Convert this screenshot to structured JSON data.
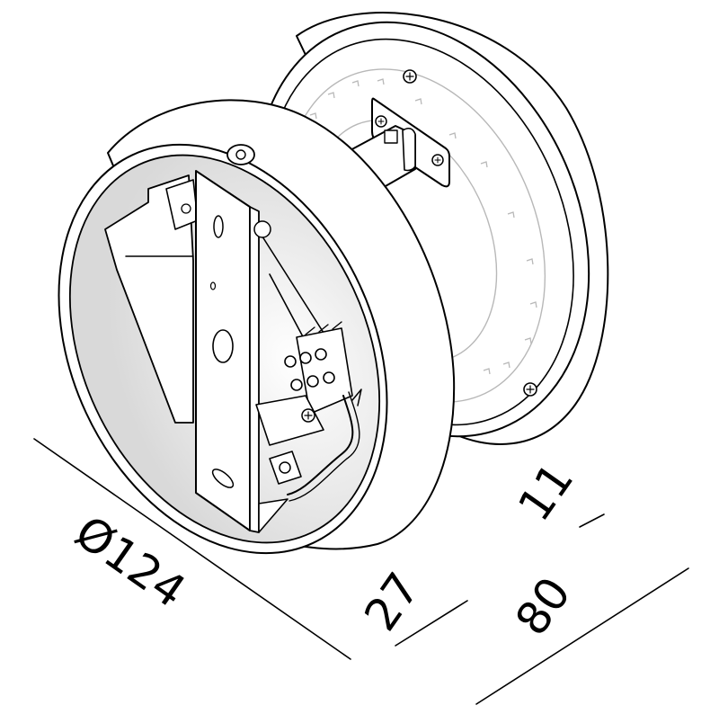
{
  "drawing": {
    "subject": "Round surface-mounted luminaire with mounting base (isometric technical drawing)",
    "line_color": "#000000",
    "background": "#ffffff",
    "units": "mm"
  },
  "dimensions": {
    "diameter": {
      "symbol": "Ø",
      "value": "124",
      "label": "Ø124"
    },
    "base_depth": {
      "value": "27"
    },
    "diffuser_depth": {
      "value": "11"
    },
    "total_depth": {
      "value": "80"
    }
  }
}
